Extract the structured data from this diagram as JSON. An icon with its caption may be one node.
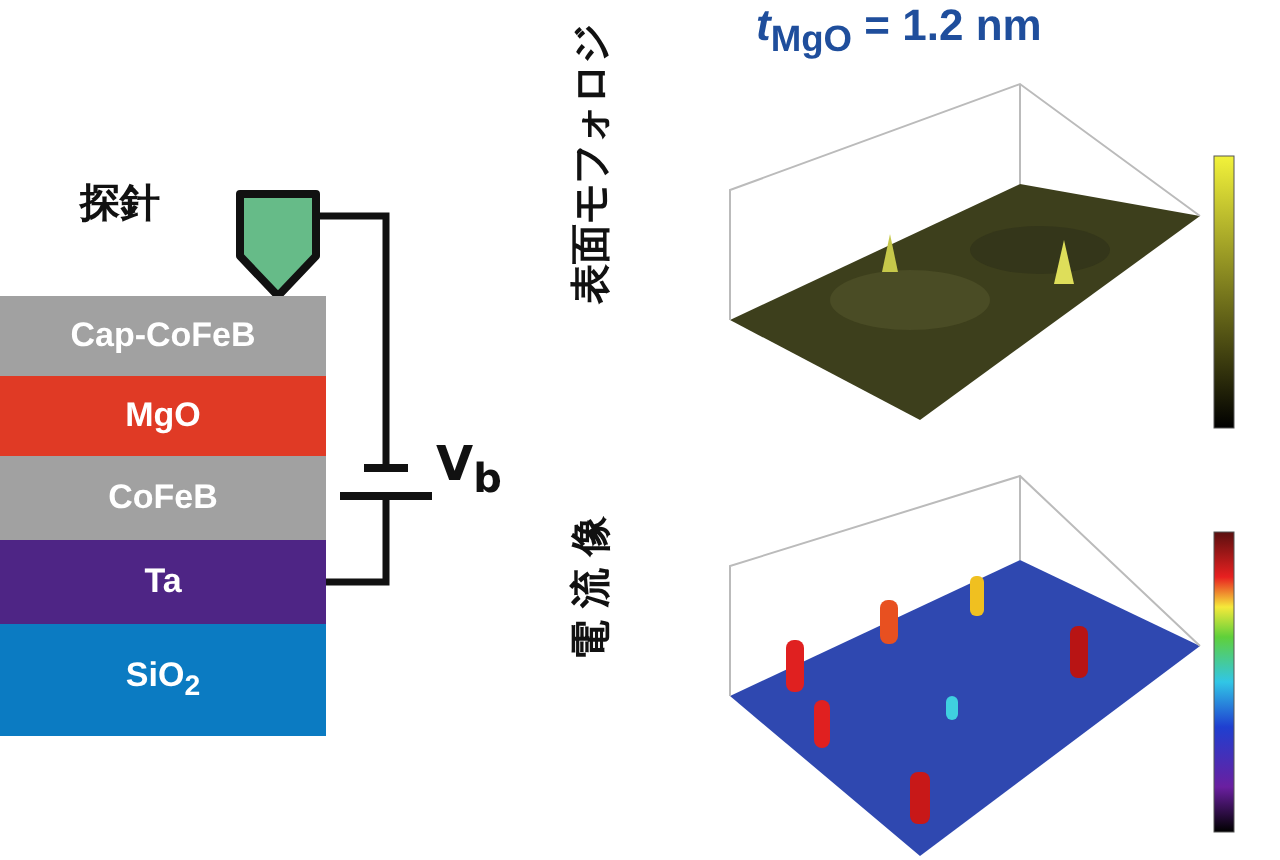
{
  "diagram": {
    "title": "*t*$_{MgO}$ = 1.2 nm",
    "nodes": [
      {
        "text": [
          "探針"
        ]
      },
      {
        "text": [
          "Cap-CoFeB"
        ]
      },
      {
        "text": [
          "MgO"
        ]
      },
      {
        "text": [
          "CoFeB"
        ]
      },
      {
        "text": [
          "Ta"
        ]
      },
      {
        "text": [
          "SiO$_{2}$"
        ]
      },
      {
        "text": [],
        "shape": "battery",
        "beside": [
          "V$_{b}$"
        ]
      }
    ],
    "edges": [
      {
        "from": 0,
        "to": 6,
        "arrow": "none"
      },
      {
        "from": 6,
        "to": 4,
        "arrow": "none"
      }
    ],
    "labels": [
      "表面モフォロジ",
      "電流像"
    ]
  }
}
